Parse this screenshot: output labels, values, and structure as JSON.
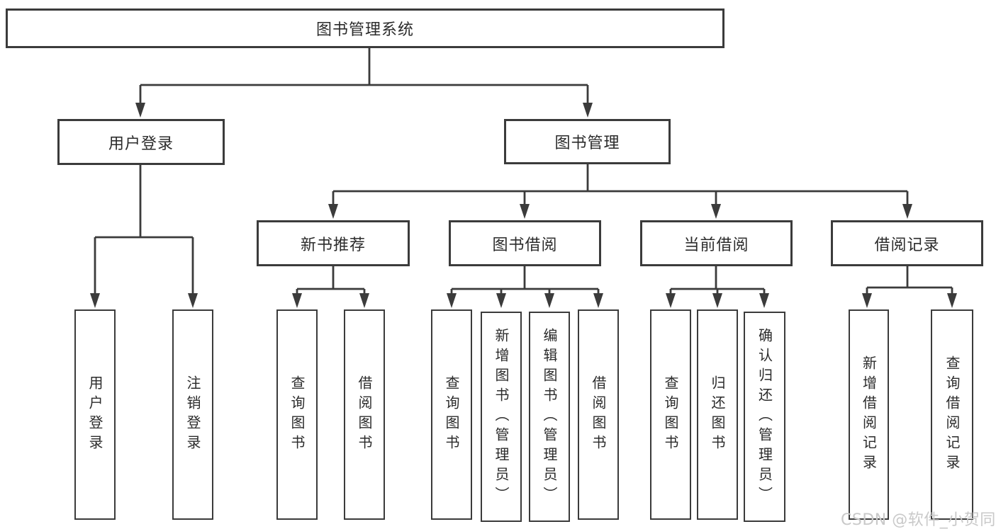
{
  "tree": {
    "root": {
      "label": "图书管理系统"
    },
    "level2": [
      {
        "label": "用户登录",
        "children": [
          {
            "label": "用户登录"
          },
          {
            "label": "注销登录"
          }
        ]
      },
      {
        "label": "图书管理",
        "children": [
          {
            "label": "新书推荐",
            "children": [
              {
                "label": "查询图书"
              },
              {
                "label": "借阅图书"
              }
            ]
          },
          {
            "label": "图书借阅",
            "children": [
              {
                "label": "查询图书"
              },
              {
                "label": "新增图书（管理员）"
              },
              {
                "label": "编辑图书（管理员）"
              },
              {
                "label": "借阅图书"
              }
            ]
          },
          {
            "label": "当前借阅",
            "children": [
              {
                "label": "查询图书"
              },
              {
                "label": "归还图书"
              },
              {
                "label": "确认归还（管理员）"
              }
            ]
          },
          {
            "label": "借阅记录",
            "children": [
              {
                "label": "新增借阅记录"
              },
              {
                "label": "查询借阅记录"
              }
            ]
          }
        ]
      }
    ]
  },
  "watermark": {
    "text": "CSDN @软件_小贺同学"
  },
  "colors": {
    "line": "#3b3b3b",
    "box_border": "#3b3b3b",
    "text": "#2b2b2b",
    "watermark": "#c9c9c9",
    "background": "#ffffff"
  }
}
